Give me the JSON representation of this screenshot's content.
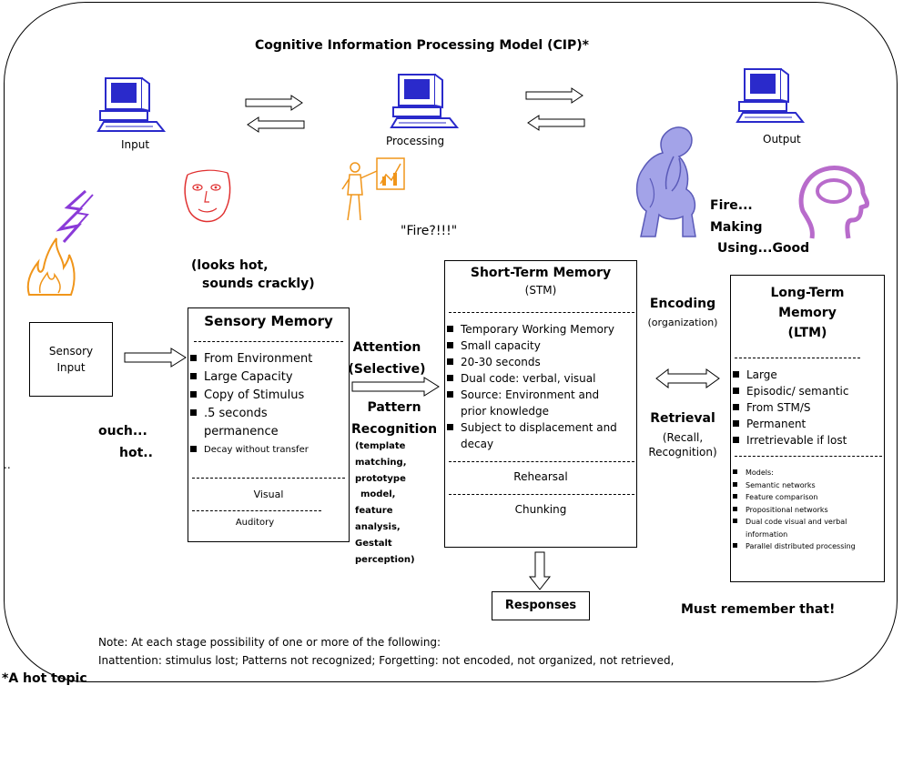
{
  "title": "Cognitive Information Processing Model (CIP)*",
  "footnote": "*A hot topic",
  "stages": {
    "input": "Input",
    "processing": "Processing",
    "output": "Output"
  },
  "quotes": {
    "looks_hot_1": "(looks hot,",
    "looks_hot_2": "sounds crackly)",
    "fire_q": "\"Fire?!!!\"",
    "fire_1": "Fire...",
    "fire_2": "Making",
    "fire_3": "Using...Good",
    "ouch": "ouch...",
    "hot": "hot..",
    "must_remember": "Must remember that!"
  },
  "sensory_input": {
    "line1": "Sensory",
    "line2": "Input"
  },
  "sensory_memory": {
    "title": "Sensory Memory",
    "items": [
      "From Environment",
      "Large Capacity",
      "Copy of Stimulus",
      ".5 seconds",
      "permanence",
      "Decay without transfer"
    ],
    "visual": "Visual",
    "auditory": "Auditory"
  },
  "attention": {
    "line1": "Attention",
    "line2": "(Selective)",
    "pattern1": "Pattern",
    "pattern2": "Recognition",
    "details": [
      "(template",
      "matching,",
      "prototype",
      "model,",
      "feature",
      "analysis,",
      "Gestalt",
      "perception)"
    ]
  },
  "stm": {
    "title": "Short-Term Memory",
    "abbr": "(STM)",
    "items": [
      "Temporary Working Memory",
      "Small capacity",
      "20-30 seconds",
      "Dual code:  verbal, visual",
      "Source:  Environment and",
      "prior knowledge",
      "Subject to displacement and",
      "decay"
    ],
    "rehearsal": "Rehearsal",
    "chunking": "Chunking"
  },
  "responses": "Responses",
  "encoding": {
    "line1": "Encoding",
    "line2": "(organization)"
  },
  "retrieval": {
    "line1": "Retrieval",
    "line2": "(Recall,",
    "line3": "Recognition)"
  },
  "ltm": {
    "title1": "Long-Term",
    "title2": "Memory",
    "title3": "(LTM)",
    "items": [
      "Large",
      "Episodic/ semantic",
      "From STM/S",
      "Permanent",
      "Irretrievable if lost"
    ],
    "models_label": "Models:",
    "models": [
      "Semantic networks",
      "Feature comparison",
      "Propositional networks",
      "Dual code visual and verbal",
      "information",
      "Parallel distributed processing"
    ]
  },
  "note": {
    "line1": "Note:  At each stage possibility of one or more of the following:",
    "line2": "Inattention:  stimulus lost; Patterns not recognized; Forgetting:  not encoded, not organized, not retrieved,"
  },
  "stray": ".."
}
